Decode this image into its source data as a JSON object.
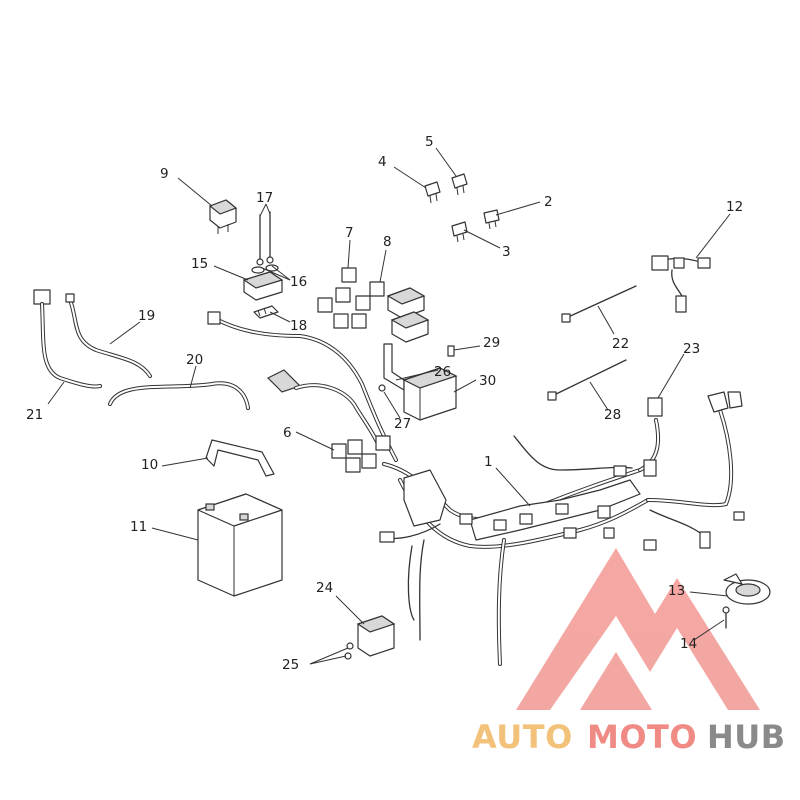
{
  "diagram": {
    "callouts": [
      {
        "id": "1",
        "label": "1"
      },
      {
        "id": "2",
        "label": "2"
      },
      {
        "id": "3",
        "label": "3"
      },
      {
        "id": "4",
        "label": "4"
      },
      {
        "id": "5",
        "label": "5"
      },
      {
        "id": "6",
        "label": "6"
      },
      {
        "id": "7",
        "label": "7"
      },
      {
        "id": "8",
        "label": "8"
      },
      {
        "id": "9",
        "label": "9"
      },
      {
        "id": "10",
        "label": "10"
      },
      {
        "id": "11",
        "label": "11"
      },
      {
        "id": "12",
        "label": "12"
      },
      {
        "id": "13",
        "label": "13"
      },
      {
        "id": "14",
        "label": "14"
      },
      {
        "id": "15",
        "label": "15"
      },
      {
        "id": "16",
        "label": "16"
      },
      {
        "id": "17",
        "label": "17"
      },
      {
        "id": "18",
        "label": "18"
      },
      {
        "id": "19",
        "label": "19"
      },
      {
        "id": "20",
        "label": "20"
      },
      {
        "id": "21",
        "label": "21"
      },
      {
        "id": "22",
        "label": "22"
      },
      {
        "id": "23",
        "label": "23"
      },
      {
        "id": "24",
        "label": "24"
      },
      {
        "id": "25",
        "label": "25"
      },
      {
        "id": "26",
        "label": "26"
      },
      {
        "id": "27",
        "label": "27"
      },
      {
        "id": "28",
        "label": "28"
      },
      {
        "id": "29",
        "label": "29"
      },
      {
        "id": "30",
        "label": "30"
      }
    ]
  },
  "watermark": {
    "part1": "AUTO",
    "part2": "MOTO",
    "part3": "HUB",
    "colors": {
      "auto": "#f3c27a",
      "moto": "#f08a84",
      "hub": "#8a8a8a",
      "triangle": "#f08a84"
    }
  }
}
